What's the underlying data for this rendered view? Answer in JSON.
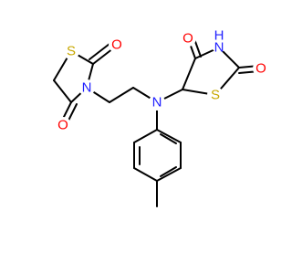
{
  "atom_labels": {
    "S1": "S",
    "O_left_top": "O",
    "N_left": "N",
    "O_left_bottom": "O",
    "N_center": "N",
    "S2": "S",
    "O_right_top": "O",
    "NH": "H",
    "NH_N": "N",
    "O_right": "O"
  },
  "colors": {
    "bond": "#000000",
    "sulfur": "#c8a800",
    "nitrogen": "#1f1fff",
    "oxygen": "#ff0000"
  }
}
